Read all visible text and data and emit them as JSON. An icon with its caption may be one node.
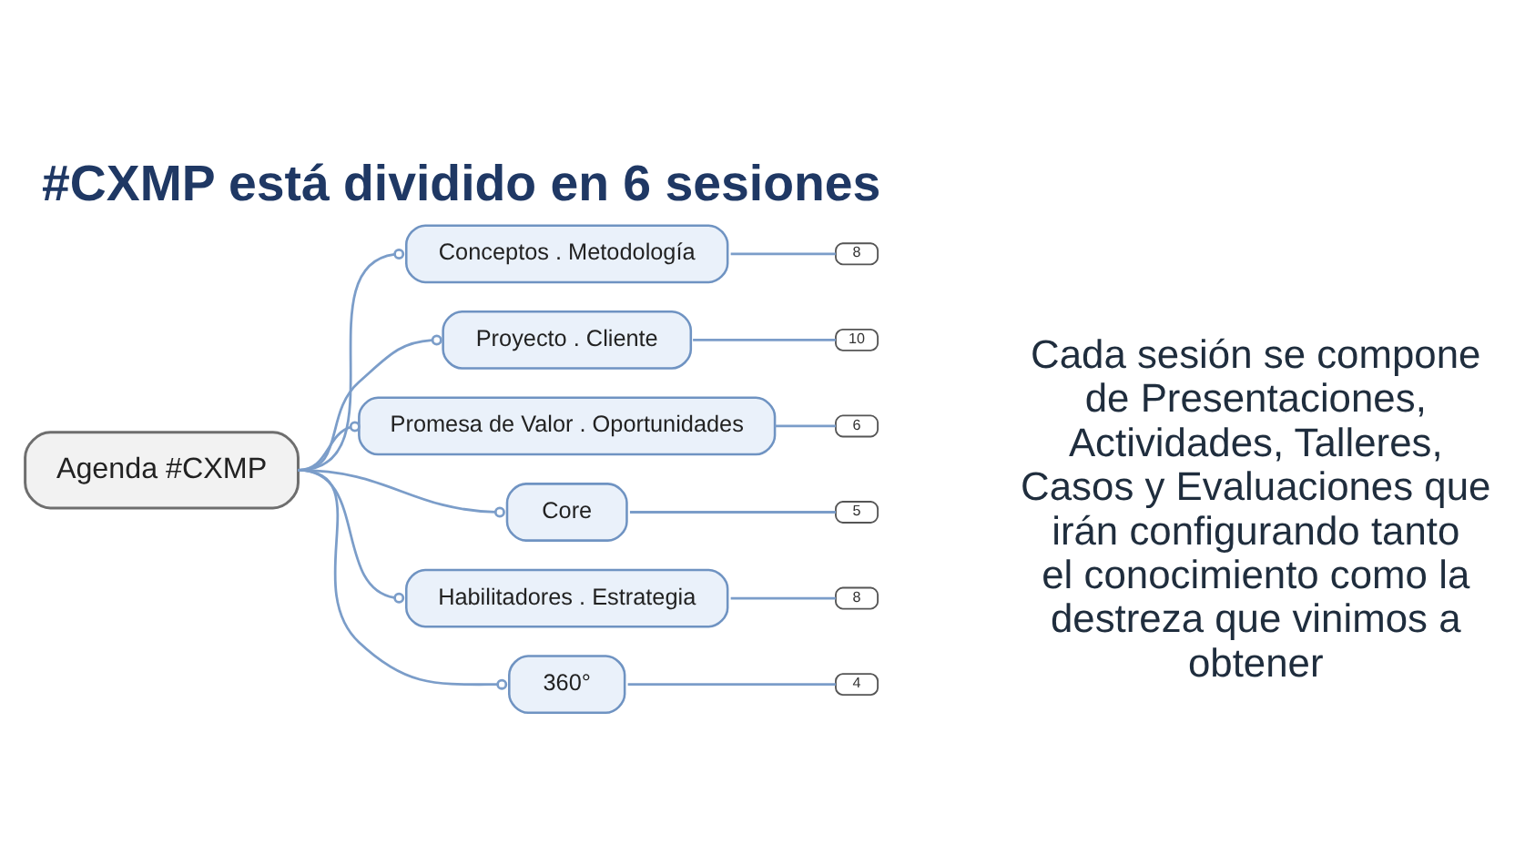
{
  "diagram": {
    "title": "#CXMP está dividido en 6 sesiones",
    "nodes": [
      {
        "text": [
          "Agenda #CXMP"
        ]
      },
      {
        "text": [
          "Conceptos . Metodología"
        ]
      },
      {
        "text": [
          "8"
        ]
      },
      {
        "text": [
          "Proyecto . Cliente"
        ]
      },
      {
        "text": [
          "10"
        ]
      },
      {
        "text": [
          "Promesa de Valor . Oportunidades"
        ]
      },
      {
        "text": [
          "6"
        ]
      },
      {
        "text": [
          "Core"
        ]
      },
      {
        "text": [
          "5"
        ]
      },
      {
        "text": [
          "Habilitadores . Estrategia"
        ]
      },
      {
        "text": [
          "8"
        ]
      },
      {
        "text": [
          "360°"
        ]
      },
      {
        "text": [
          "4"
        ]
      }
    ],
    "edges": [
      {
        "from": 0,
        "to": 1,
        "arrow": "other"
      },
      {
        "from": 1,
        "to": 2,
        "arrow": "none"
      },
      {
        "from": 0,
        "to": 3,
        "arrow": "other"
      },
      {
        "from": 3,
        "to": 4,
        "arrow": "none"
      },
      {
        "from": 0,
        "to": 5,
        "arrow": "other"
      },
      {
        "from": 5,
        "to": 6,
        "arrow": "none"
      },
      {
        "from": 0,
        "to": 7,
        "arrow": "other"
      },
      {
        "from": 7,
        "to": 8,
        "arrow": "none"
      },
      {
        "from": 0,
        "to": 9,
        "arrow": "other"
      },
      {
        "from": 9,
        "to": 10,
        "arrow": "none"
      },
      {
        "from": 0,
        "to": 11,
        "arrow": "other"
      },
      {
        "from": 11,
        "to": 12,
        "arrow": "none"
      }
    ],
    "labels": [
      "Cada sesión se compone de Presentaciones, Actividades, Talleres, Casos y Evaluaciones que irán configurando tanto el conocimiento como la destreza que vinimos a obtener"
    ]
  }
}
